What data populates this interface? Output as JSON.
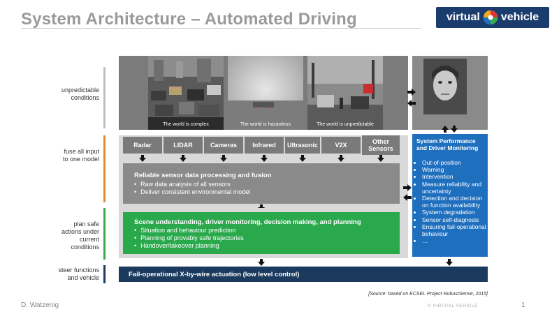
{
  "header": {
    "title": "System Architecture – Automated Driving",
    "logo_left": "virtual",
    "logo_right": "vehicle"
  },
  "side_labels": {
    "unpredictable": "unpredictable conditions",
    "fuse": "fuse all input to one model",
    "plan": "plan safe actions under current conditions",
    "steer": "steer functions and vehicle"
  },
  "photos": [
    {
      "caption": "The world is complex"
    },
    {
      "caption": "The world is hazardous"
    },
    {
      "caption": "The world is unpredictable"
    }
  ],
  "sensors": [
    "Radar",
    "LIDAR",
    "Cameras",
    "Infrared",
    "Ultrasonic",
    "V2X",
    "Other Sensors"
  ],
  "fusion": {
    "heading": "Reliable sensor data processing and fusion",
    "bullets": [
      "Raw data analysis of all sensors",
      "Deliver consistent environmental model"
    ]
  },
  "planning": {
    "heading": "Scene understanding, driver monitoring, decision making, and planning",
    "bullets": [
      "Situation and behaviour prediction",
      "Planning of provably safe trajectories",
      "Handover/takeover planning"
    ]
  },
  "monitoring": {
    "heading": "System Performance and Driver Monitoring",
    "bullets": [
      "Out-of-position",
      "Warning",
      "Intervention",
      "Measure reliability and uncertainty",
      "Detection and decision on function availability",
      "System degradation",
      "Sensor self-diagnosis",
      "Ensuring fail-operational behaviour",
      "…"
    ]
  },
  "actuation": "Fail-operational X-by-wire actuation (low level control)",
  "source": "[Source: based on ECSEL Project RobustSense, 2015]",
  "footer": {
    "author": "D. Watzenig",
    "copyright": "© VIRTUAL VEHICLE",
    "page": "1"
  },
  "colors": {
    "title_gray": "#9a9a9a",
    "planning_green": "#2aa84c",
    "monitor_blue": "#1f6fbf",
    "actuation_navy": "#1b3a5e",
    "bar_gray": "#bfbfbf",
    "bar_orange": "#e8892c",
    "bar_green": "#3aaa4a",
    "bar_navy": "#1b3a5e"
  }
}
